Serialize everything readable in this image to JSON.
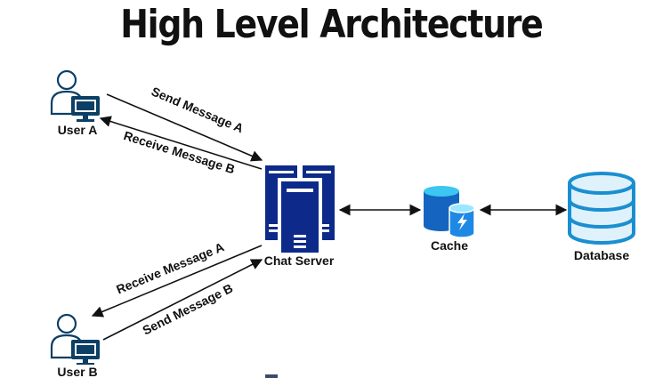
{
  "title": "High Level Architecture",
  "nodes": {
    "user_a": {
      "label": "User A",
      "icon": "user-computer-icon"
    },
    "user_b": {
      "label": "User B",
      "icon": "user-computer-icon"
    },
    "chat_server": {
      "label": "Chat Server",
      "icon": "server-rack-icon"
    },
    "cache": {
      "label": "Cache",
      "icon": "cache-icon"
    },
    "database": {
      "label": "Database",
      "icon": "database-icon"
    }
  },
  "edges": {
    "a_send": "Send Message A",
    "a_receive": "Receive Message B",
    "b_receive": "Receive Message A",
    "b_send": "Send Message B"
  },
  "colors": {
    "server": "#0d2a8a",
    "cache_top": "#3bc7f2",
    "cache_body": "#1565c0",
    "database_fill": "#dff1fb",
    "database_stroke": "#1a8fd0",
    "monitor": "#0b3f66",
    "user_outline": "#0b3f66"
  }
}
